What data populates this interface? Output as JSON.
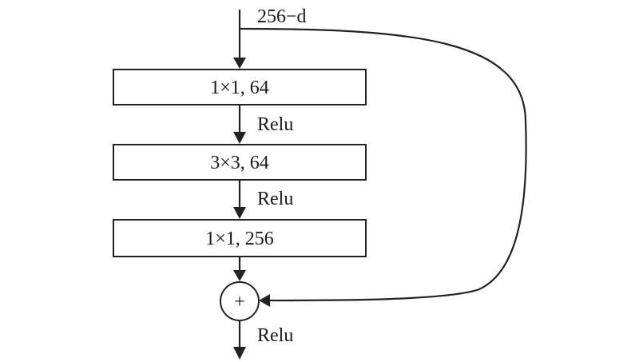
{
  "input": {
    "label": "256−d"
  },
  "blocks": [
    {
      "label": "1×1, 64"
    },
    {
      "label": "3×3, 64"
    },
    {
      "label": "1×1, 256"
    }
  ],
  "activations": [
    "Relu",
    "Relu",
    "Relu"
  ],
  "merge": {
    "symbol": "+"
  }
}
